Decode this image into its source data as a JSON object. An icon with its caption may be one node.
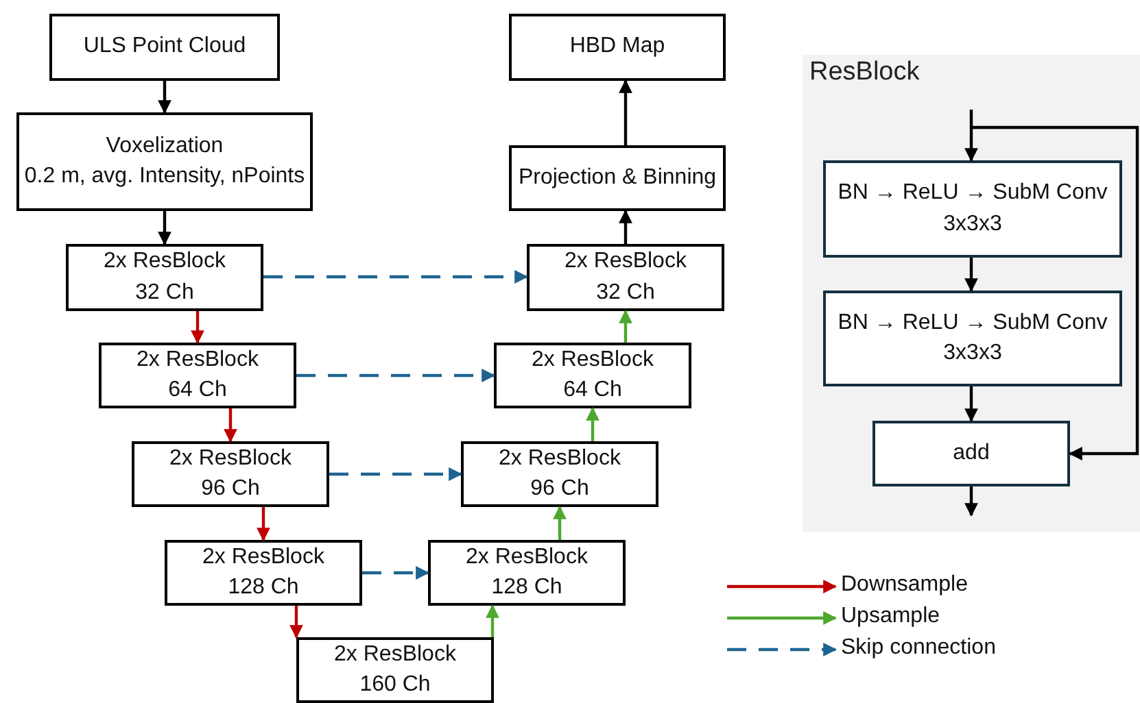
{
  "diagram": {
    "nodes": [
      {
        "text": [
          "ULS Point Cloud"
        ]
      },
      {
        "text": [
          "Voxelization",
          "0.2 m, avg. Intensity, nPoints"
        ]
      },
      {
        "text": [
          "2x ResBlock",
          "32 Ch"
        ]
      },
      {
        "text": [
          "2x ResBlock",
          "64 Ch"
        ]
      },
      {
        "text": [
          "2x ResBlock",
          "96 Ch"
        ]
      },
      {
        "text": [
          "2x ResBlock",
          "128 Ch"
        ]
      },
      {
        "text": [
          "2x ResBlock",
          "160 Ch"
        ]
      },
      {
        "text": [
          "2x ResBlock",
          "128 Ch"
        ]
      },
      {
        "text": [
          "2x ResBlock",
          "96 Ch"
        ]
      },
      {
        "text": [
          "2x ResBlock",
          "64 Ch"
        ]
      },
      {
        "text": [
          "2x ResBlock",
          "32 Ch"
        ]
      },
      {
        "text": [
          "Projection & Binning"
        ]
      },
      {
        "text": [
          "HBD Map"
        ]
      },
      {
        "text": [
          "ResBlock"
        ]
      },
      {
        "text": [
          "BN → ReLU → SubM Conv 3x3x3"
        ],
        "in": 13
      },
      {
        "text": [
          "BN → ReLU → SubM Conv 3x3x3"
        ],
        "in": 13
      },
      {
        "text": [
          "add"
        ],
        "in": 13
      }
    ],
    "edges": [
      {
        "from": 0,
        "to": 1,
        "arrow": "to"
      },
      {
        "from": 1,
        "to": 2,
        "arrow": "to"
      },
      {
        "from": 2,
        "to": 3,
        "arrow": "to",
        "color": "#c00000"
      },
      {
        "from": 3,
        "to": 4,
        "arrow": "to",
        "color": "#c00000"
      },
      {
        "from": 4,
        "to": 5,
        "arrow": "to",
        "color": "#c00000"
      },
      {
        "from": 5,
        "to": 6,
        "arrow": "to",
        "color": "#c00000"
      },
      {
        "from": 6,
        "to": 7,
        "arrow": "to",
        "color": "#4ea72e"
      },
      {
        "from": 7,
        "to": 8,
        "arrow": "to",
        "color": "#4ea72e"
      },
      {
        "from": 8,
        "to": 9,
        "arrow": "to",
        "color": "#4ea72e"
      },
      {
        "from": 9,
        "to": 10,
        "arrow": "to",
        "color": "#4ea72e"
      },
      {
        "from": 10,
        "to": 11,
        "arrow": "to"
      },
      {
        "from": 11,
        "to": 12,
        "arrow": "to"
      },
      {
        "from": 2,
        "to": 10,
        "arrow": "to",
        "style": "dashed",
        "color": "#1f6391"
      },
      {
        "from": 3,
        "to": 9,
        "arrow": "to",
        "style": "dashed",
        "color": "#1f6391"
      },
      {
        "from": 4,
        "to": 8,
        "arrow": "to",
        "style": "dashed",
        "color": "#1f6391"
      },
      {
        "from": 5,
        "to": 7,
        "arrow": "to",
        "style": "dashed",
        "color": "#1f6391"
      },
      {
        "from": null,
        "to": 14,
        "arrow": "to"
      },
      {
        "from": 14,
        "to": 15,
        "arrow": "to"
      },
      {
        "from": 15,
        "to": 16,
        "arrow": "to"
      },
      {
        "from": 16,
        "to": null,
        "arrow": "to"
      },
      {
        "from": null,
        "to": 16,
        "arrow": "to"
      }
    ],
    "legend": [
      {
        "text": "Downsample",
        "color": "#c00000"
      },
      {
        "text": "Upsample",
        "color": "#4ea72e"
      },
      {
        "text": "Skip connection",
        "color": "#1f6391"
      }
    ]
  }
}
